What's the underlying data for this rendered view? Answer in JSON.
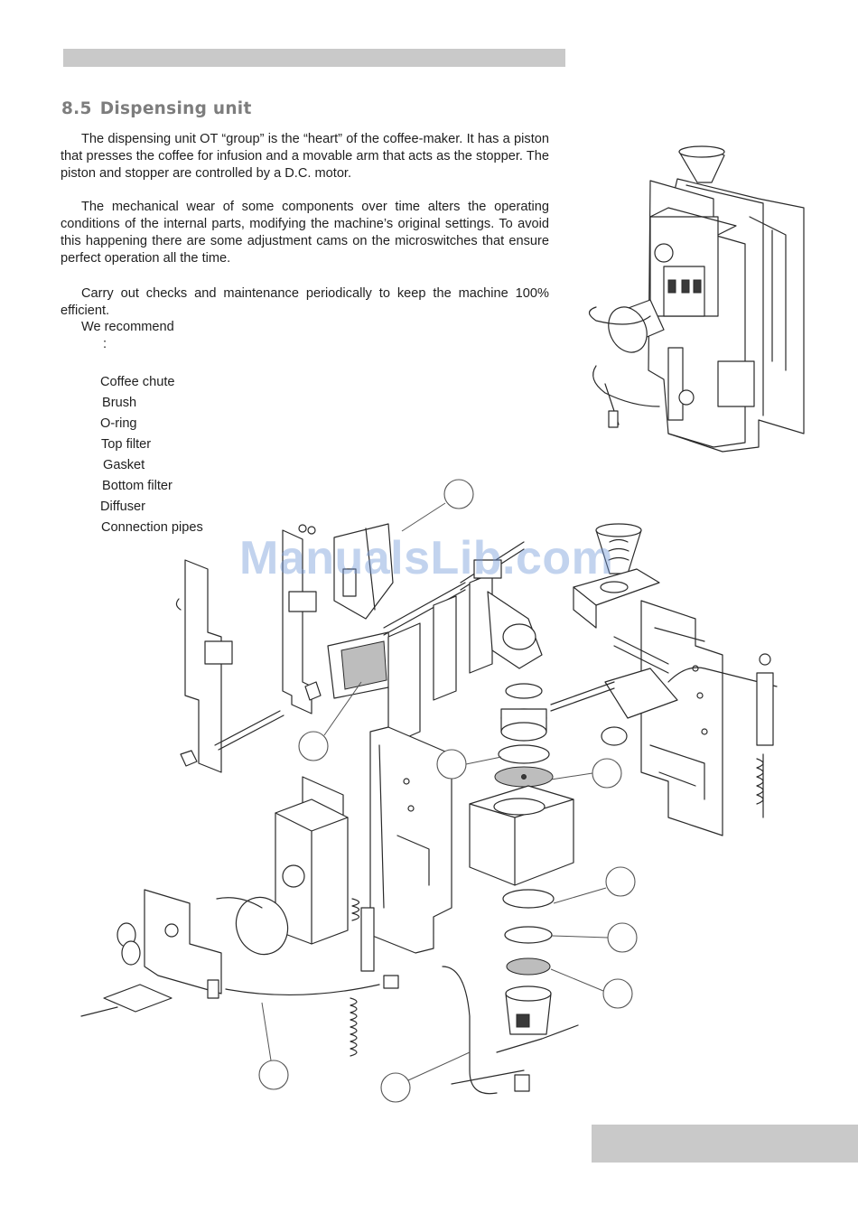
{
  "section": {
    "number": "8.5",
    "title": "Dispensing unit"
  },
  "paragraphs": [
    "The dispensing unit OT “group” is the “heart” of the coffee-maker. It has a piston that presses the coffee for infusion and a movable arm that acts as the stopper. The piston and stopper are controlled by a D.C. motor.",
    "The mechanical wear of some components over time alters the operating conditions of the internal parts, modifying the machine’s original settings. To avoid this happening there are some adjustment cams on the microswitches that ensure perfect operation all the time.",
    "Carry out checks and maintenance periodically to keep the machine 100% efficient."
  ],
  "recommend_text": "We recommend",
  "recommend_colon": ":",
  "parts": [
    "Coffee chute",
    "Brush",
    "O-ring",
    "Top filter",
    "Gasket",
    "Bottom filter",
    "Diffuser",
    "Connection pipes"
  ],
  "watermark": "ManualsLib.com",
  "colors": {
    "header_bar": "#c9c9c9",
    "section_title": "#7d7d7d",
    "watermark": "#6f97d8"
  }
}
